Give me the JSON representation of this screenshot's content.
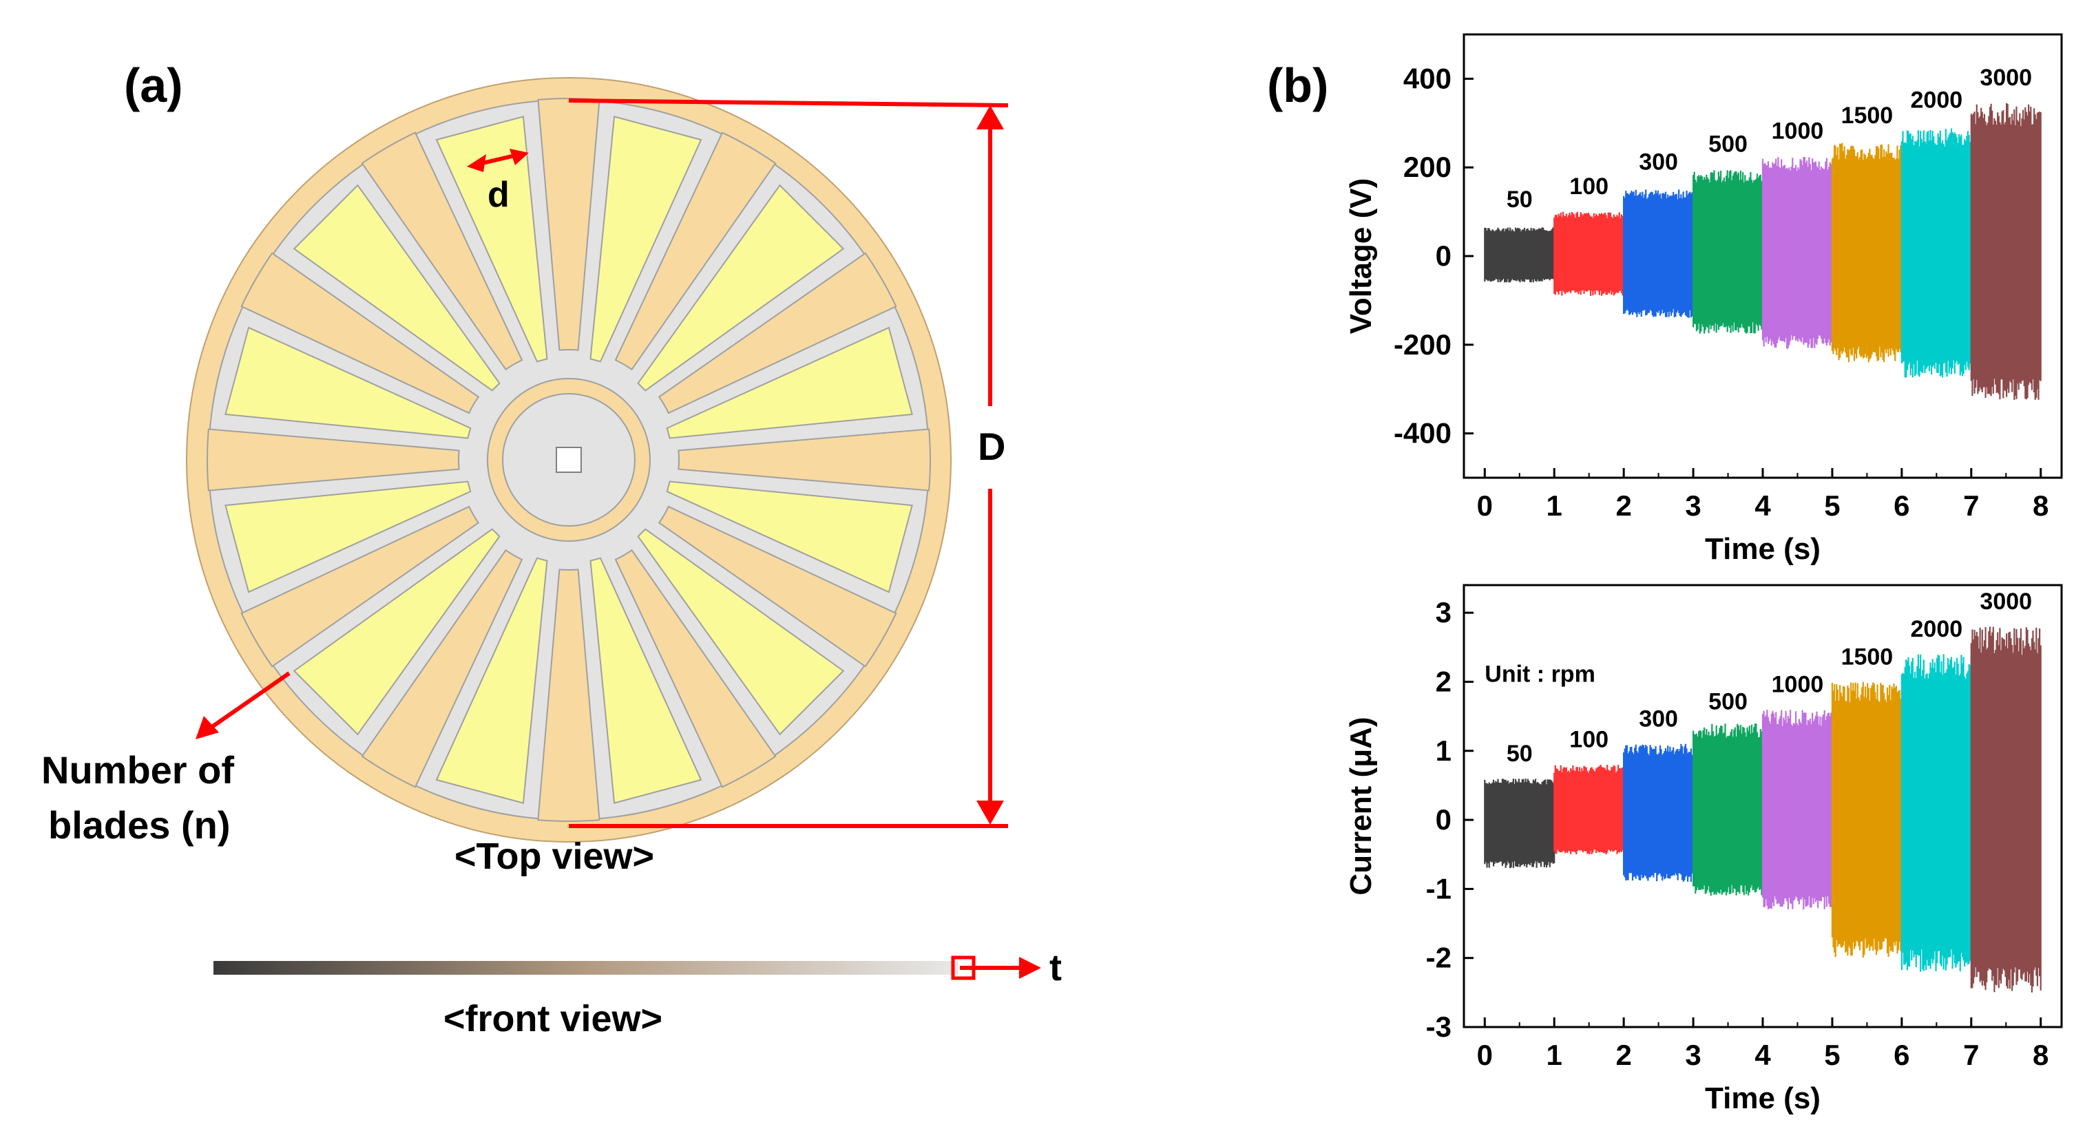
{
  "panel_a": {
    "label": "(a)",
    "dim_d": "d",
    "dim_D": "D",
    "dim_t": "t",
    "blades_label_line1": "Number of",
    "blades_label_line2": "blades (n)",
    "top_view_caption": "<Top view>",
    "front_view_caption": "<front view>",
    "blade_count": 12,
    "colors": {
      "disk": "#f8d9a0",
      "slot": "#e3e3e3",
      "electrode": "#fafa99",
      "arrow": "#ff0000"
    }
  },
  "panel_b": {
    "label": "(b)"
  },
  "chart_data": [
    {
      "type": "line",
      "title": "",
      "xlabel": "Time (s)",
      "ylabel": "Voltage (V)",
      "xlim": [
        -0.3,
        8.3
      ],
      "ylim": [
        -500,
        500
      ],
      "xticks": [
        "0",
        "1",
        "2",
        "3",
        "4",
        "5",
        "6",
        "7",
        "8"
      ],
      "yticks": [
        "400",
        "200",
        "0",
        "-200",
        "-400"
      ],
      "ytick_values": [
        400,
        200,
        0,
        -200,
        -400
      ],
      "annotations": [],
      "series": [
        {
          "name": "50",
          "x_range": [
            0,
            1
          ],
          "ymin": -60,
          "ymax": 65,
          "color": "#404040",
          "label_y": 110
        },
        {
          "name": "100",
          "x_range": [
            1,
            2
          ],
          "ymin": -90,
          "ymax": 100,
          "color": "#ff3333",
          "label_y": 140
        },
        {
          "name": "300",
          "x_range": [
            2,
            3
          ],
          "ymin": -140,
          "ymax": 150,
          "color": "#1a66e6",
          "label_y": 195
        },
        {
          "name": "500",
          "x_range": [
            3,
            4
          ],
          "ymin": -175,
          "ymax": 195,
          "color": "#0fa660",
          "label_y": 235
        },
        {
          "name": "1000",
          "x_range": [
            4,
            5
          ],
          "ymin": -210,
          "ymax": 225,
          "color": "#c070e0",
          "label_y": 265
        },
        {
          "name": "1500",
          "x_range": [
            5,
            6
          ],
          "ymin": -240,
          "ymax": 255,
          "color": "#e09a00",
          "label_y": 300
        },
        {
          "name": "2000",
          "x_range": [
            6,
            7
          ],
          "ymin": -275,
          "ymax": 290,
          "color": "#00cccc",
          "label_y": 335
        },
        {
          "name": "3000",
          "x_range": [
            7,
            8
          ],
          "ymin": -325,
          "ymax": 345,
          "color": "#8c4a4a",
          "label_y": 385
        }
      ]
    },
    {
      "type": "line",
      "title": "",
      "xlabel": "Time (s)",
      "ylabel": "Current (μA)",
      "xlim": [
        -0.3,
        8.3
      ],
      "ylim": [
        -3,
        3.4
      ],
      "xticks": [
        "0",
        "1",
        "2",
        "3",
        "4",
        "5",
        "6",
        "7",
        "8"
      ],
      "yticks": [
        "3",
        "2",
        "1",
        "0",
        "-1",
        "-2",
        "-3"
      ],
      "ytick_values": [
        3,
        2,
        1,
        0,
        -1,
        -2,
        -3
      ],
      "annotations": [
        {
          "text": "Unit : rpm",
          "x": 0,
          "y": 2.0
        }
      ],
      "series": [
        {
          "name": "50",
          "x_range": [
            0,
            1
          ],
          "ymin": -0.7,
          "ymax": 0.6,
          "color": "#404040",
          "label_y": 0.85
        },
        {
          "name": "100",
          "x_range": [
            1,
            2
          ],
          "ymin": -0.5,
          "ymax": 0.8,
          "color": "#ff3333",
          "label_y": 1.05
        },
        {
          "name": "300",
          "x_range": [
            2,
            3
          ],
          "ymin": -0.9,
          "ymax": 1.1,
          "color": "#1a66e6",
          "label_y": 1.35
        },
        {
          "name": "500",
          "x_range": [
            3,
            4
          ],
          "ymin": -1.1,
          "ymax": 1.4,
          "color": "#0fa660",
          "label_y": 1.6
        },
        {
          "name": "1000",
          "x_range": [
            4,
            5
          ],
          "ymin": -1.3,
          "ymax": 1.6,
          "color": "#c070e0",
          "label_y": 1.85
        },
        {
          "name": "1500",
          "x_range": [
            5,
            6
          ],
          "ymin": -2.0,
          "ymax": 2.0,
          "color": "#e09a00",
          "label_y": 2.25
        },
        {
          "name": "2000",
          "x_range": [
            6,
            7
          ],
          "ymin": -2.2,
          "ymax": 2.4,
          "color": "#00cccc",
          "label_y": 2.65
        },
        {
          "name": "3000",
          "x_range": [
            7,
            8
          ],
          "ymin": -2.5,
          "ymax": 2.8,
          "color": "#8c4a4a",
          "label_y": 3.05
        }
      ]
    }
  ]
}
